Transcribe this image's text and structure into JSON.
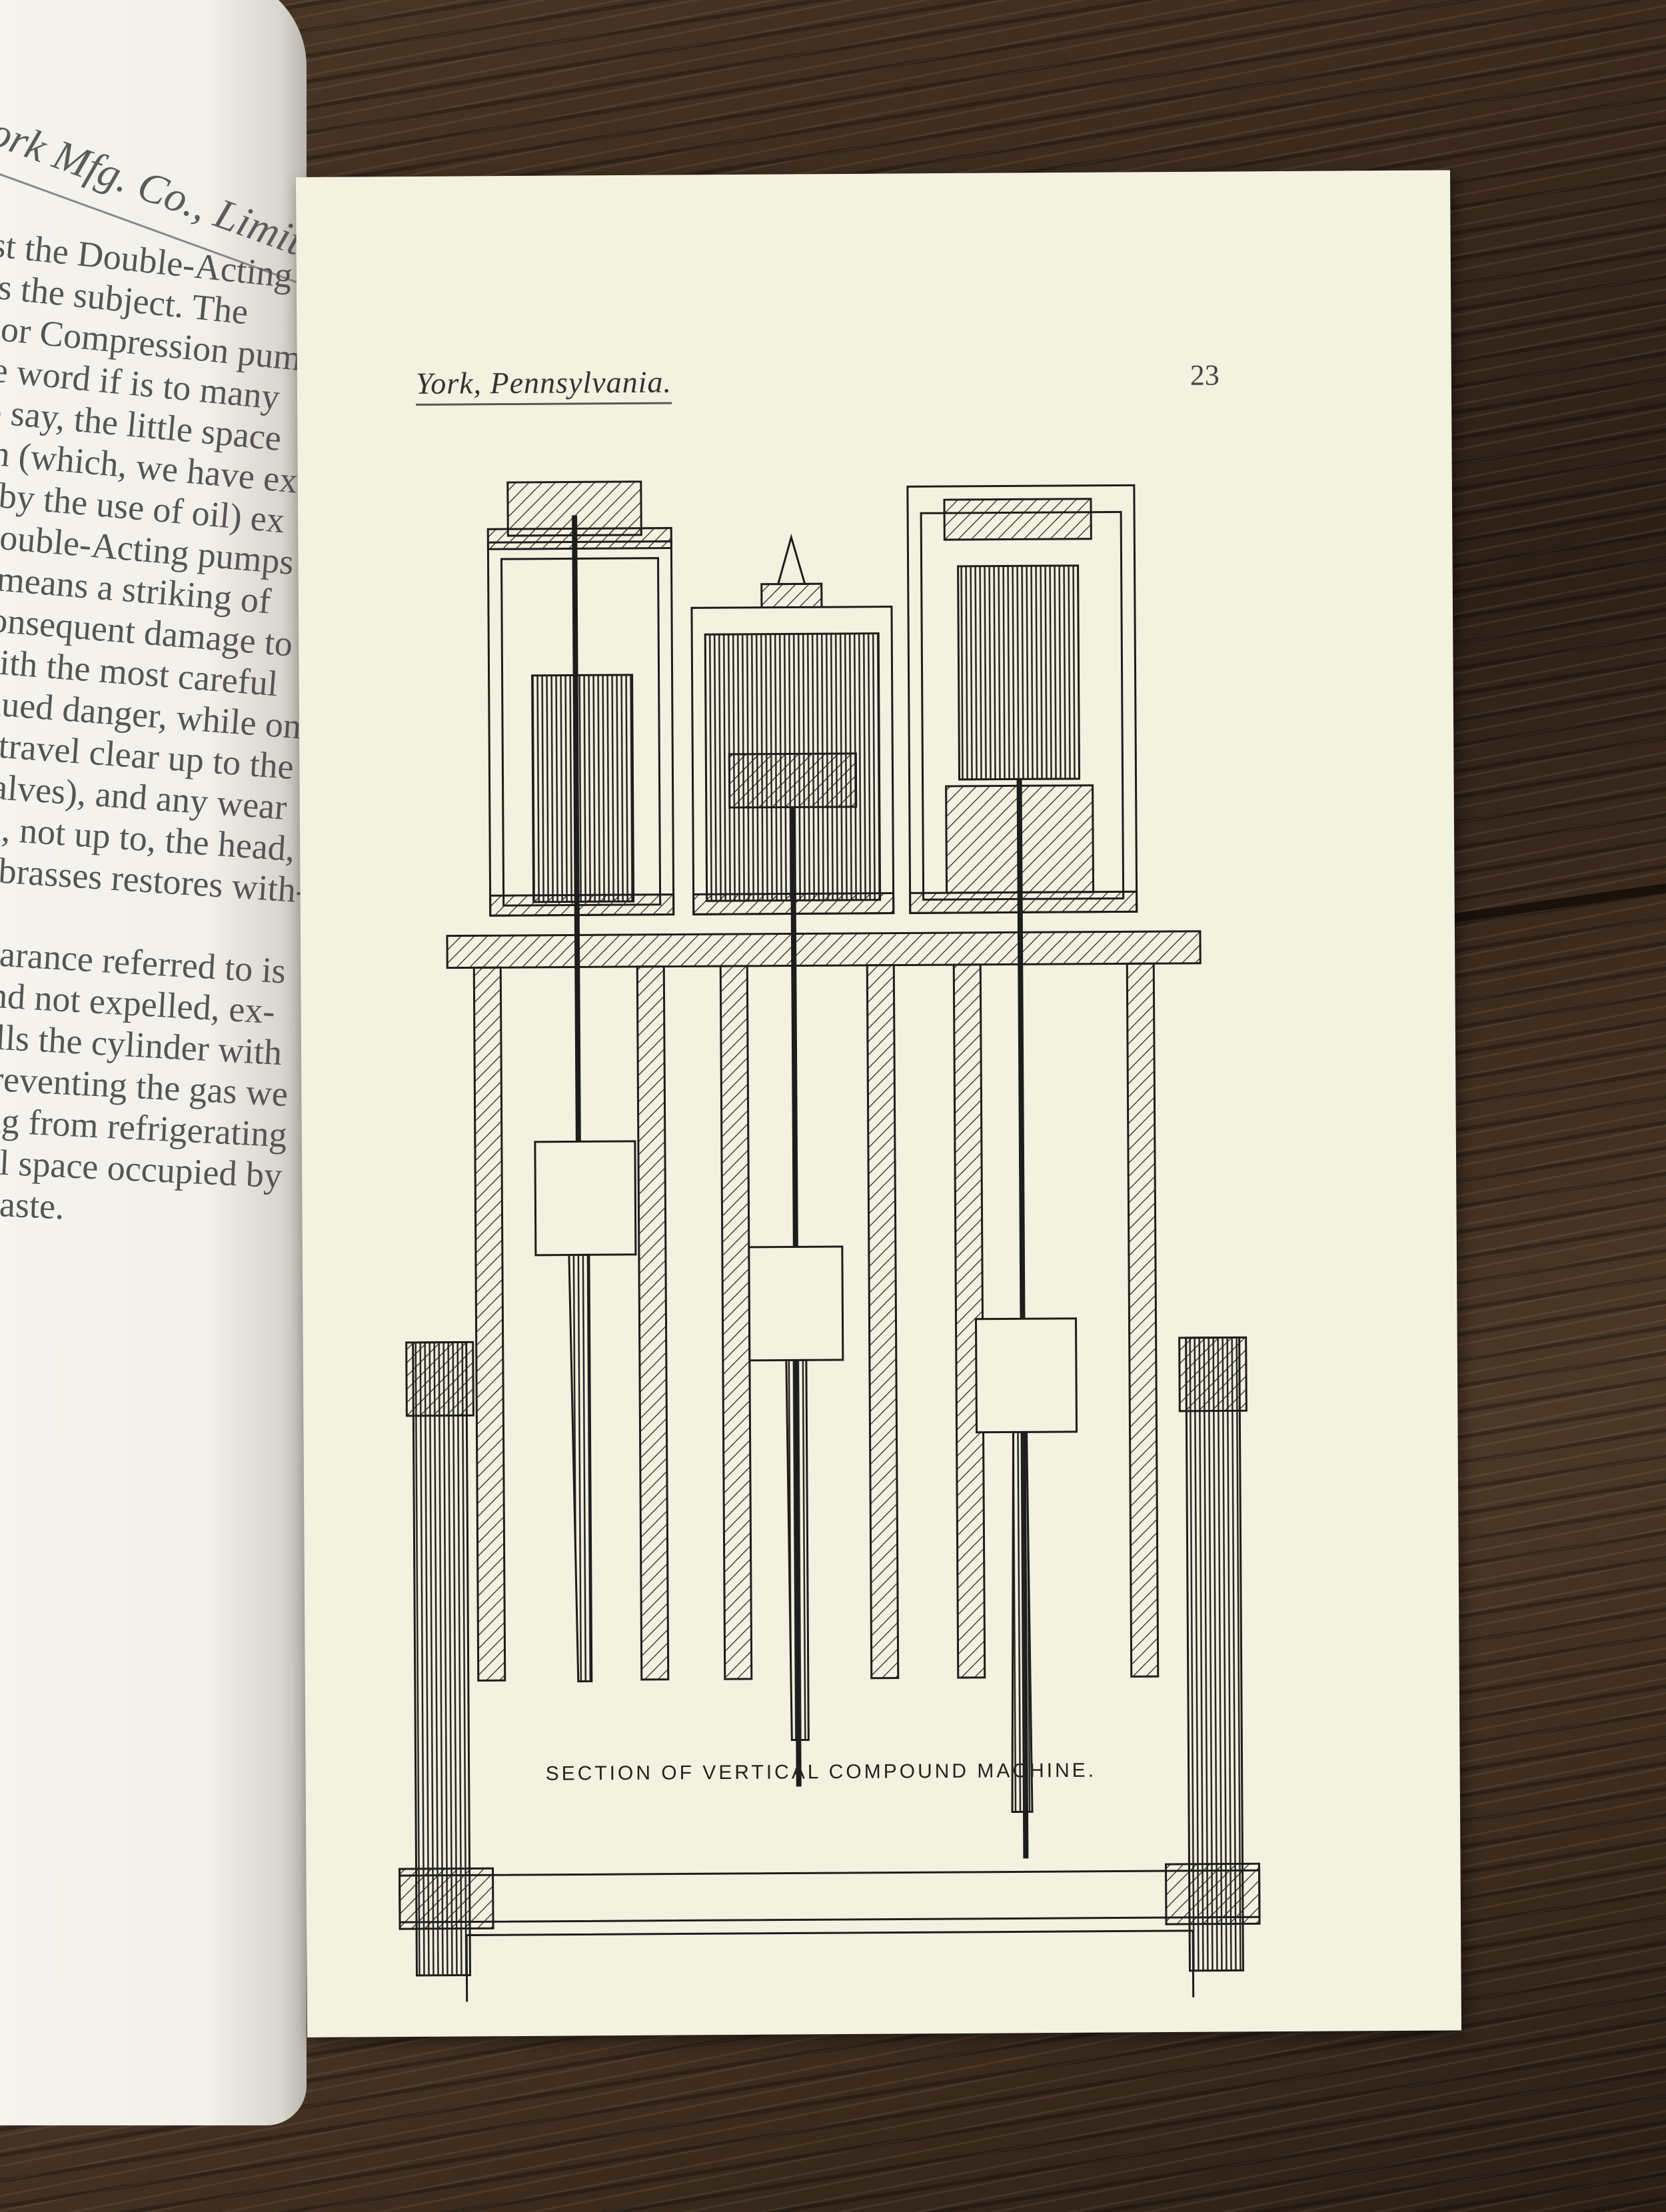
{
  "left_page": {
    "header": "ork Mfg. Co., Limited",
    "lines": [
      "nst the Double-Acting",
      "iss the subject. The",
      "n or Compression pump",
      "he word if is to many",
      "to say, the little space",
      "on (which, we have ex-",
      "e by the use of oil) ex",
      "Double-Acting pumps",
      "s means a striking of",
      "consequent damage to",
      "with the most careful",
      "inued danger, while on",
      "e travel clear up to the",
      "valves), and any wear",
      "m, not up to, the head,",
      "e brasses restores with-",
      "",
      "learance referred to is",
      "and not expelled, ex-",
      "fills the cylinder with",
      "preventing the gas we",
      "ing from refrigerating",
      "all space occupied by",
      "waste."
    ]
  },
  "right_page": {
    "running_head": "York, Pennsylvania.",
    "page_number": "23",
    "caption": "SECTION OF VERTICAL COMPOUND MACHINE."
  }
}
